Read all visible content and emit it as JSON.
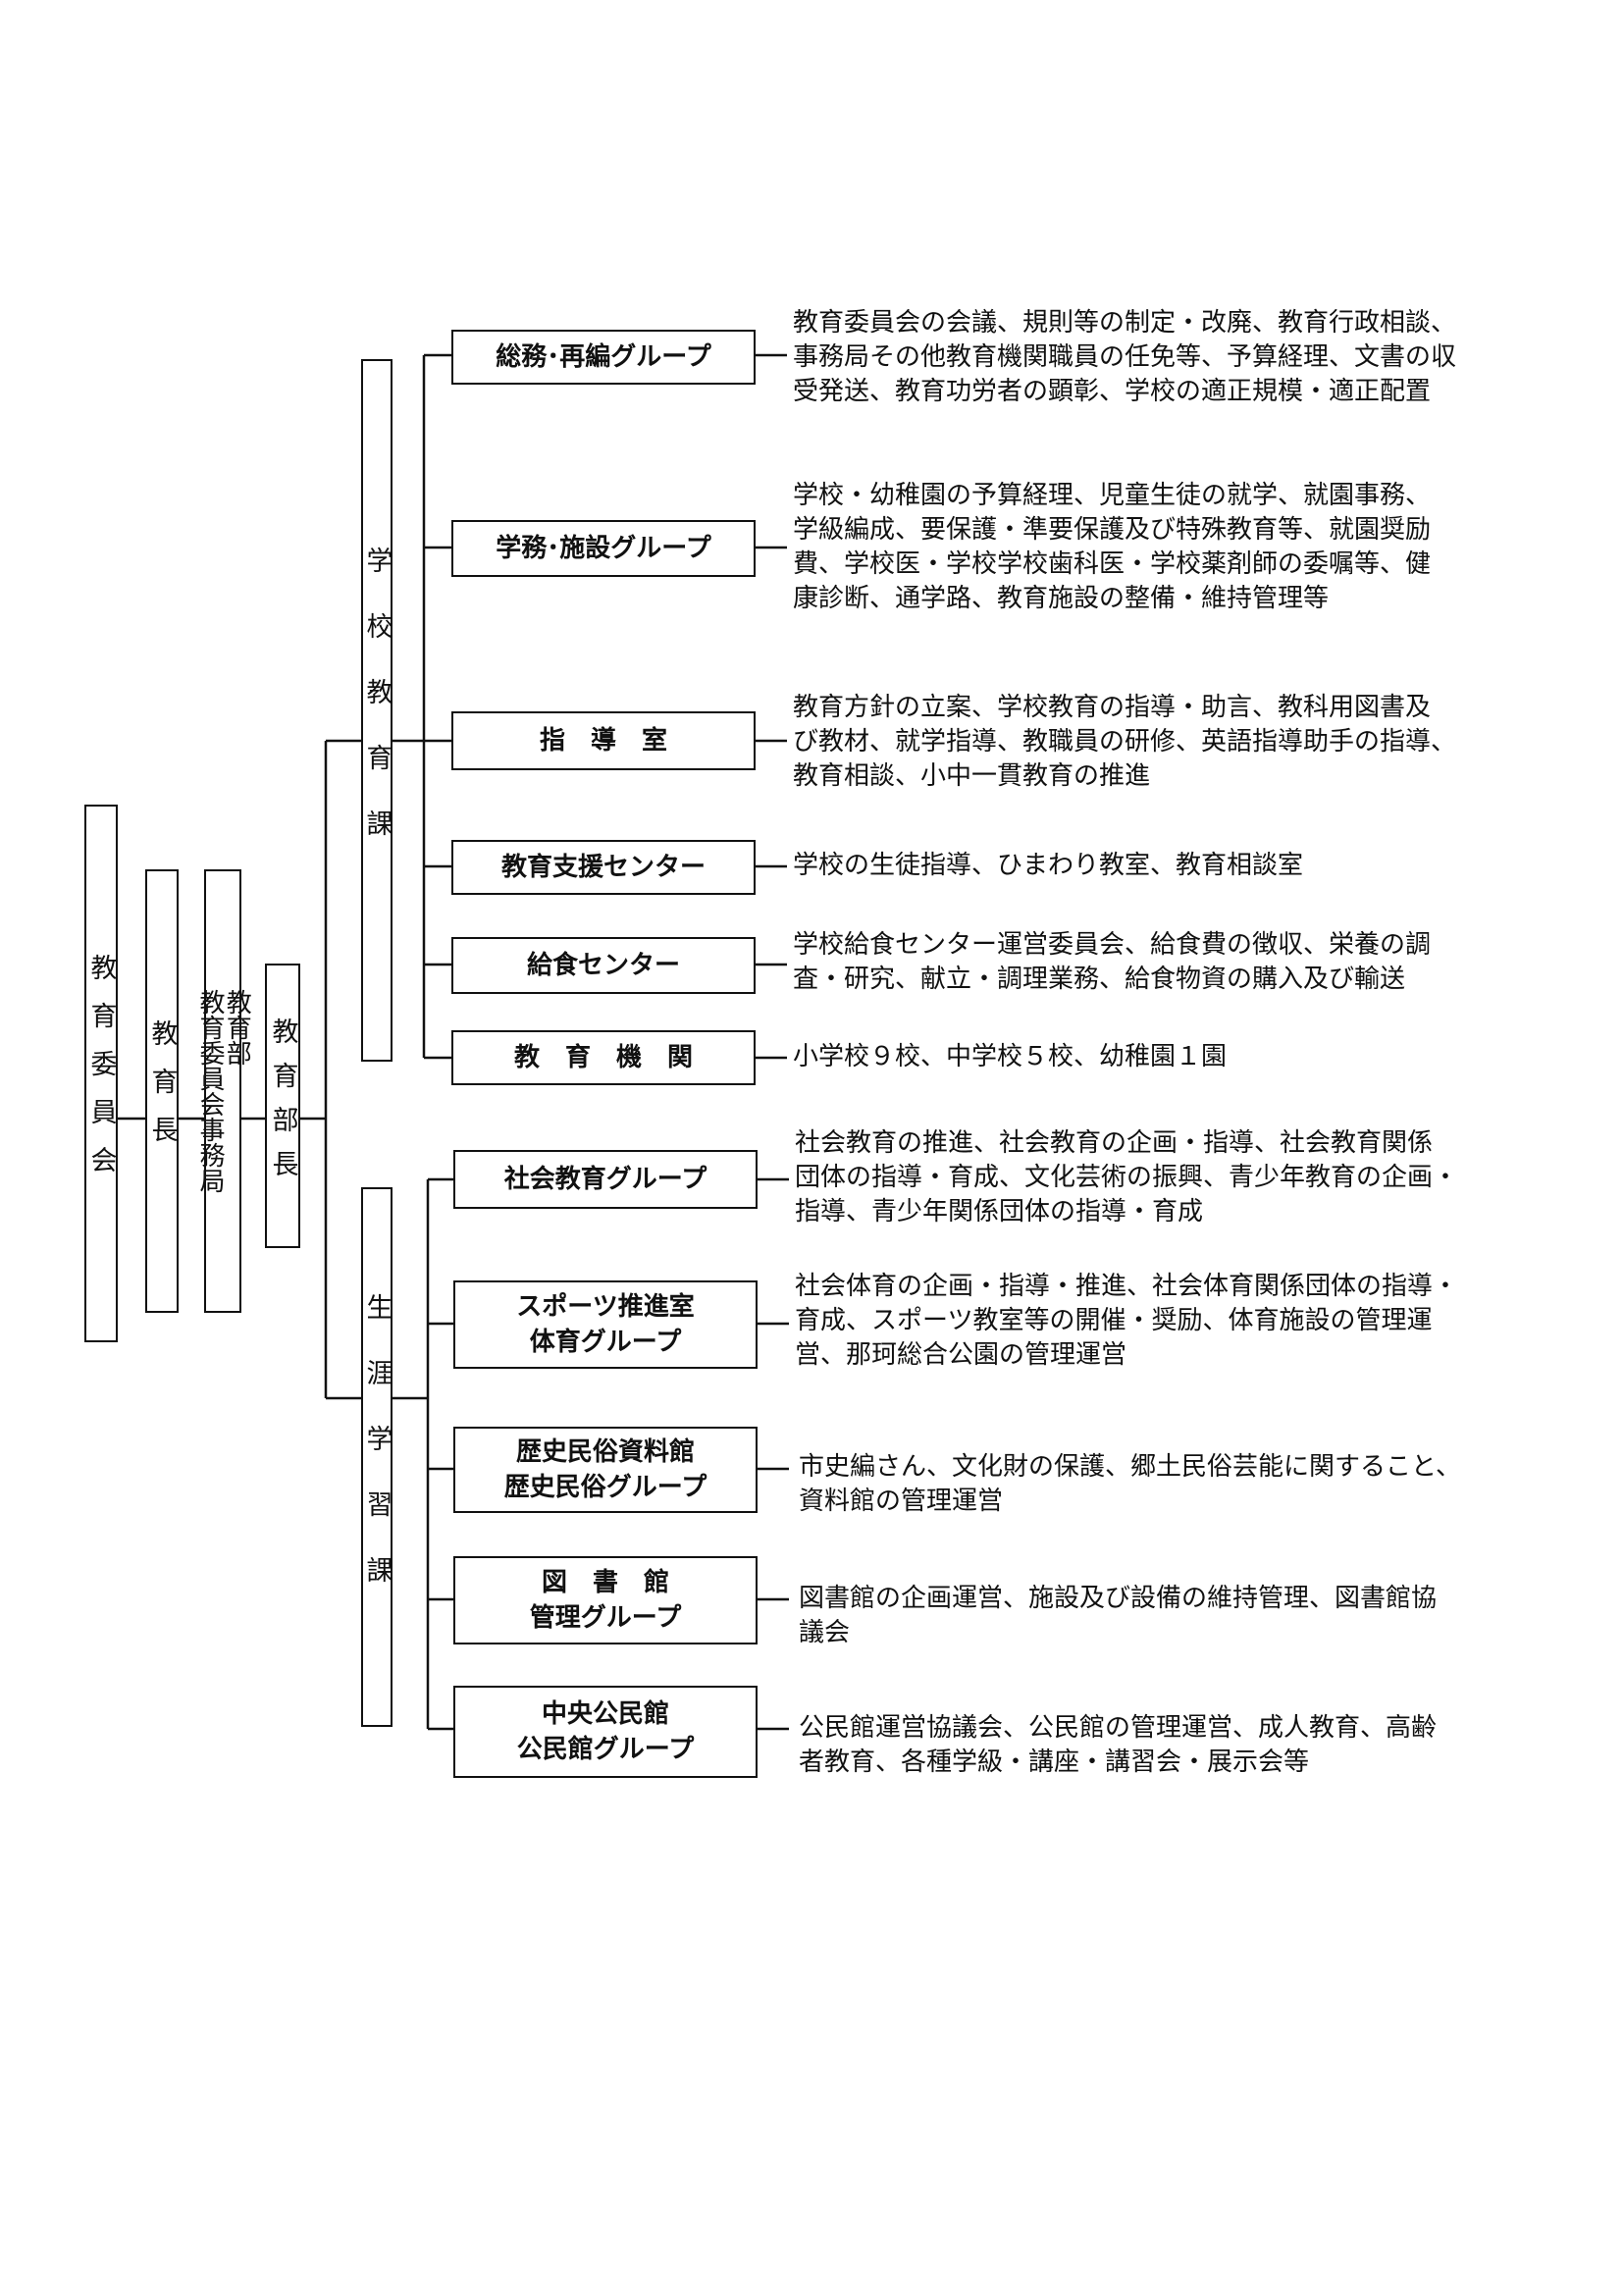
{
  "board": {
    "label": "教育委員会"
  },
  "superintendent": {
    "label": "教育長"
  },
  "secretariat": {
    "label": "教育部\n教育委員会事務局"
  },
  "director": {
    "label": "教育部長"
  },
  "divisions": [
    {
      "label": "学校教育課"
    },
    {
      "label": "生涯学習課"
    }
  ],
  "units": [
    {
      "lines": [
        "総務･再編グループ"
      ],
      "desc": "教育委員会の会議、規則等の制定・改廃、教育行政相談、\n事務局その他教育機関職員の任免等、予算経理、文書の収\n受発送、教育功労者の顕彰、学校の適正規模・適正配置"
    },
    {
      "lines": [
        "学務･施設グループ"
      ],
      "desc": "学校・幼稚園の予算経理、児童生徒の就学、就園事務、\n学級編成、要保護・準要保護及び特殊教育等、就園奨励\n費、学校医・学校学校歯科医・学校薬剤師の委嘱等、健\n康診断、通学路、教育施設の整備・維持管理等"
    },
    {
      "lines": [
        "指　導　室"
      ],
      "desc": "教育方針の立案、学校教育の指導・助言、教科用図書及\nび教材、就学指導、教職員の研修、英語指導助手の指導、\n教育相談、小中一貫教育の推進"
    },
    {
      "lines": [
        "教育支援センター"
      ],
      "desc": "学校の生徒指導、ひまわり教室、教育相談室"
    },
    {
      "lines": [
        "給食センター"
      ],
      "desc": "学校給食センター運営委員会、給食費の徴収、栄養の調\n査・研究、献立・調理業務、給食物資の購入及び輸送"
    },
    {
      "lines": [
        "教　育　機　関"
      ],
      "desc": "小学校９校、中学校５校、幼稚園１園"
    },
    {
      "lines": [
        "社会教育グループ"
      ],
      "desc": "社会教育の推進、社会教育の企画・指導、社会教育関係\n団体の指導・育成、文化芸術の振興、青少年教育の企画・\n指導、青少年関係団体の指導・育成"
    },
    {
      "lines": [
        "スポーツ推進室",
        "体育グループ"
      ],
      "desc": "社会体育の企画・指導・推進、社会体育関係団体の指導・\n育成、スポーツ教室等の開催・奨励、体育施設の管理運\n営、那珂総合公園の管理運営"
    },
    {
      "lines": [
        "歴史民俗資料館",
        "歴史民俗グループ"
      ],
      "desc": "市史編さん、文化財の保護、郷土民俗芸能に関すること、\n資料館の管理運営"
    },
    {
      "lines": [
        "図　書　館",
        "管理グループ"
      ],
      "desc": "図書館の企画運営、施設及び設備の維持管理、図書館協\n議会"
    },
    {
      "lines": [
        "中央公民館",
        "公民館グループ"
      ],
      "desc": "公民館運営協議会、公民館の管理運営、成人教育、高齢\n者教育、各種学級・講座・講習会・展示会等"
    }
  ]
}
